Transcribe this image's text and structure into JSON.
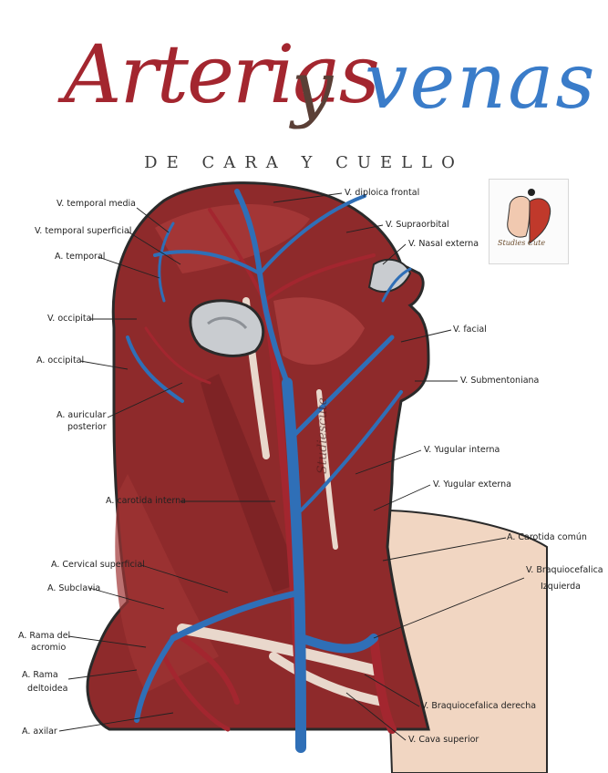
{
  "title": {
    "part1": "Arterias",
    "part2": "y",
    "part3": "venas",
    "subtitle": "DE CARA Y CUELLO"
  },
  "logo": {
    "label": "Studies Cute"
  },
  "signature": "Studiescute",
  "colors": {
    "artery": "#a3262f",
    "muscle": "#8e2a2b",
    "vein": "#2f6fb7",
    "skin": "#f1d6c2",
    "cartilage": "#e9d8cc",
    "outline": "#2a2a2a"
  },
  "labels": {
    "v_temporal_media": "V. temporal media",
    "v_temporal_superficial": "V. temporal superficial",
    "a_temporal": "A. temporal",
    "v_occipital": "V. occipital",
    "a_occipital": "A. occipital",
    "a_auricular_posterior_1": "A. auricular",
    "a_auricular_posterior_2": "posterior",
    "a_carotida_interna": "A. carotida interna",
    "a_cervical_superficial": "A. Cervical superficial",
    "a_subclavia": "A. Subclavia",
    "a_rama_acromio_1": "A. Rama del",
    "a_rama_acromio_2": "acromio",
    "a_rama_deltoidea_1": "A. Rama",
    "a_rama_deltoidea_2": "deltoidea",
    "a_axilar": "A. axilar",
    "v_diploica_frontal": "V. diploica frontal",
    "v_supraorbital": "V. Supraorbital",
    "v_nasal_externa": "V. Nasal externa",
    "v_facial": "V. facial",
    "v_submentoniana": "V. Submentoniana",
    "v_yugular_interna": "V. Yugular interna",
    "v_yugular_externa": "V. Yugular externa",
    "a_carotida_comun": "A. Carotida común",
    "v_braquiocefalica_izq_1": "V. Braquiocefalica",
    "v_braquiocefalica_izq_2": "Izquierda",
    "v_braquiocefalica_derecha": "V. Braquiocefalica derecha",
    "v_cava_superior": "V. Cava superior"
  }
}
